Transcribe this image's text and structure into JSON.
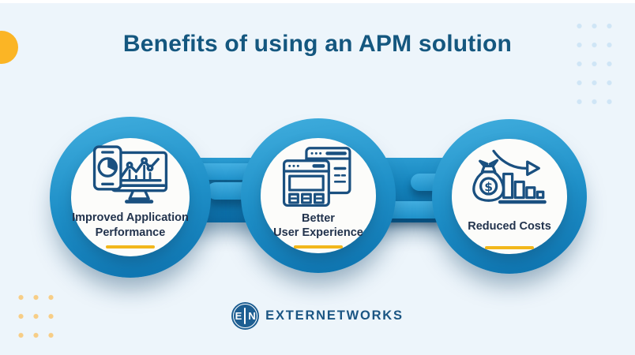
{
  "title": "Benefits of using an APM solution",
  "benefits": [
    {
      "label": "Improved Application\nPerformance",
      "icon": "application-performance-monitor-icon"
    },
    {
      "label": "Better\nUser Experience",
      "icon": "browser-windows-icon"
    },
    {
      "label": "Reduced Costs",
      "icon": "money-bag-decline-chart-icon",
      "icon_dollar": "$"
    }
  ],
  "logo": {
    "letter_e": "E",
    "letter_n": "N",
    "brand": "EXTERNETWORKS"
  },
  "colors": {
    "background": "#edf5fb",
    "title_text": "#14577f",
    "label_text": "#22334d",
    "ring_blue_light": "#41aede",
    "ring_blue_dark": "#0d72ae",
    "link_bar_blue": "#2fa2da",
    "accent_yellow_underline": "#f2b71b",
    "decor_yellow_circle": "#fbb525",
    "dot_blue": "#cfe5f6",
    "dot_yellow": "#f7cd86",
    "icon_stroke": "#1a5080",
    "logo_blue": "#1d5e92"
  }
}
